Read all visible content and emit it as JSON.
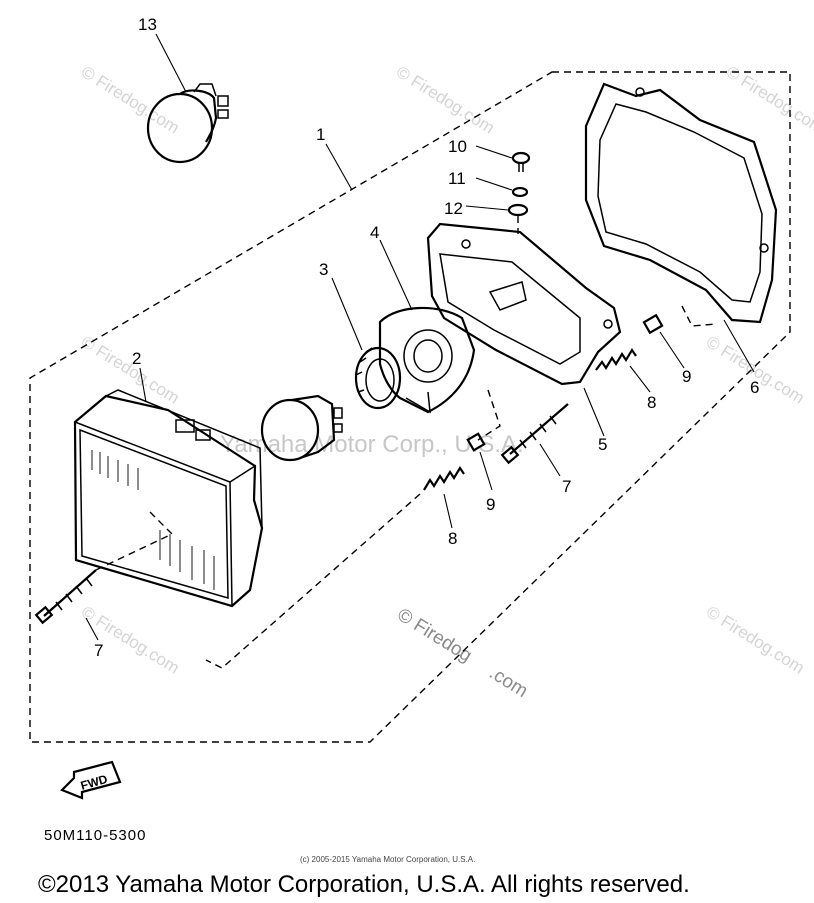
{
  "callouts": {
    "c1": "1",
    "c2": "2",
    "c3": "3",
    "c4": "4",
    "c5": "5",
    "c6": "6",
    "c7a": "7",
    "c7b": "7",
    "c8a": "8",
    "c8b": "8",
    "c9a": "9",
    "c9b": "9",
    "c10": "10",
    "c11": "11",
    "c12": "12",
    "c13": "13"
  },
  "fwd_label": "FWD",
  "diagram_code": "50M110-5300",
  "watermarks": {
    "firedog": "© Firedog.com",
    "center": "Yamaha Motor Corp., U.S.A.",
    "mid_a": "© Firedog",
    "mid_b": ".com"
  },
  "footer": {
    "small_notice": "(c) 2005-2015 Yamaha Motor Corporation, U.S.A.",
    "copyright": "©2013 Yamaha Motor Corporation, U.S.A. All rights reserved."
  },
  "colors": {
    "line": "#000000",
    "watermark": "#d4d4d4",
    "background": "#ffffff"
  }
}
